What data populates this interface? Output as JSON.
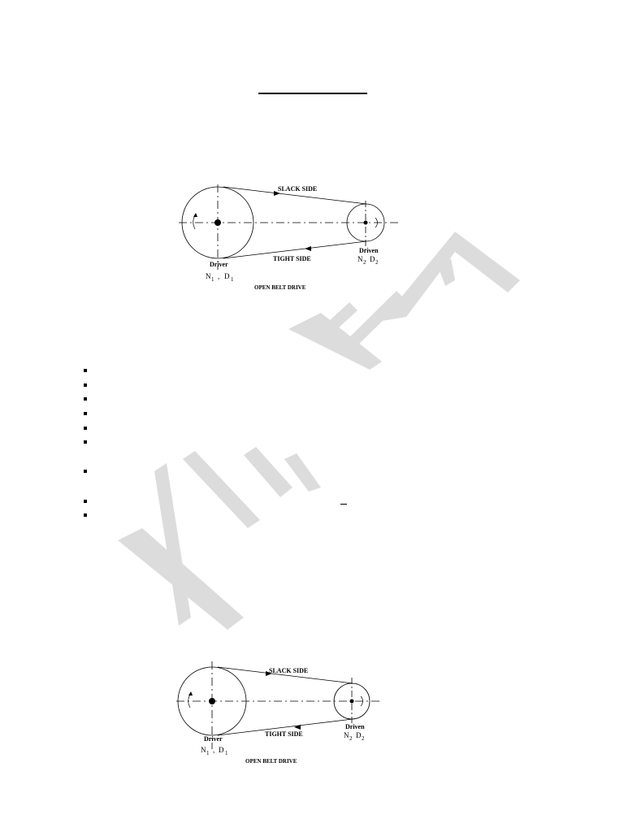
{
  "diagram_top": {
    "slack_label": "SLACK SIDE",
    "tight_label": "TIGHT SIDE",
    "driver_label": "Driver",
    "driven_label": "Driven",
    "n1": "N",
    "n1_sub": "1",
    "d1_sep": ",",
    "d1": "D",
    "d1_sub": "1",
    "n2": "N",
    "n2_sub": "2",
    "d2": "D",
    "d2_sub": "2",
    "caption": "OPEN BELT DRIVE"
  },
  "diagram_bottom": {
    "slack_label": "SLACK SIDE",
    "tight_label": "TIGHT SIDE",
    "driver_label": "Driver",
    "driven_label": "Driven",
    "n1": "N",
    "n1_sub": "1",
    "d1_sep": ",",
    "d1": "D",
    "d1_sub": "1",
    "n2": "N",
    "n2_sub": "2",
    "d2": "D",
    "d2_sub": "2",
    "caption": "OPEN BELT DRIVE"
  },
  "bullet_count": 9,
  "watermark_color": "#d9d9d9"
}
